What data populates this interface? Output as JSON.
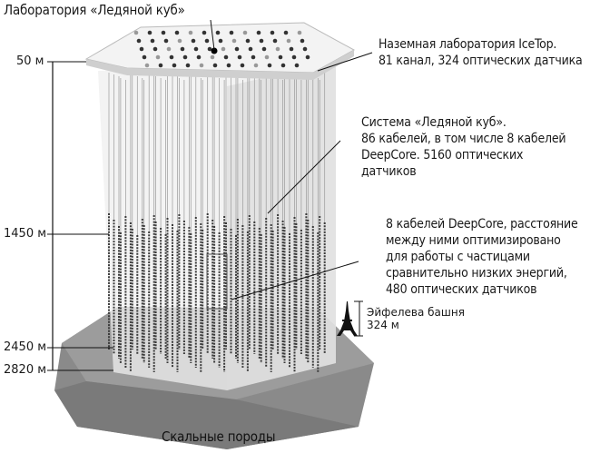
{
  "title": "Лаборатория «Ледяной куб»",
  "labels": {
    "icetop": "Наземная лаборатория IceTop.\n81 канал, 324 оптических датчика",
    "icecube": "Система «Ледяной куб».\n86 кабелей, в том числе 8 кабелей\nDeepCore. 5160 оптических\nдатчиков",
    "deepcore": "8 кабелей DeepCore, расстояние\nмежду ними оптимизировано\nдля работы с частицами\nсравнительно низких энергий,\n480 оптических датчиков",
    "eiffel": "Эйфелева башня\n324 м",
    "bedrock": "Скальные породы"
  },
  "depths": [
    "50 м",
    "1450 м",
    "2450 м",
    "2820 м"
  ],
  "colors": {
    "ground": "#8f8f8f",
    "ground_dark": "#6f6f6f",
    "cylinder": "#e6e6e6",
    "strings": "#3a3a3a"
  }
}
